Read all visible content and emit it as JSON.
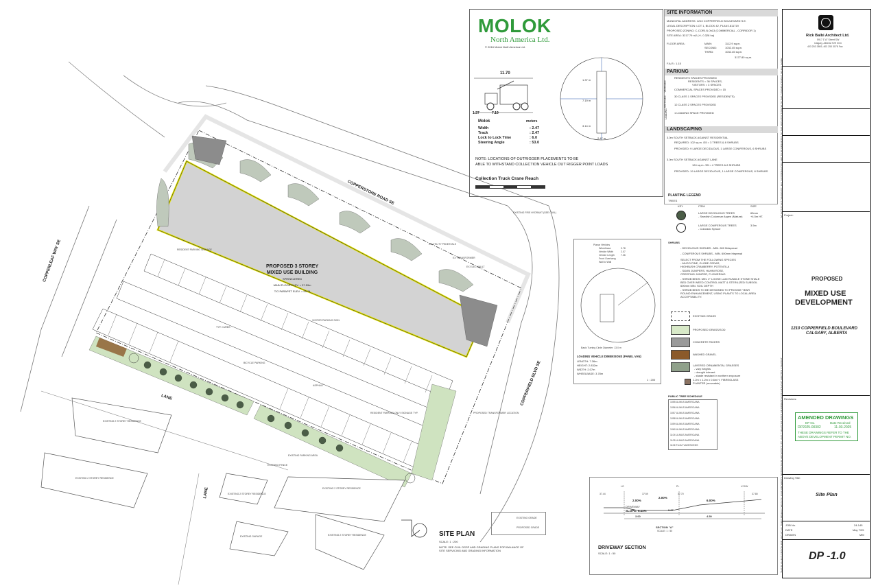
{
  "molok": {
    "brand": "MOLOK",
    "sub": "North America Ltd.",
    "copyright": "© 2016 Molok North America Ltd.",
    "dim_top": "11.70",
    "dim_left": "1.37",
    "dim_mid": "7.19",
    "spec_title": "Molok",
    "spec_unit": "meters",
    "specs": [
      {
        "label": "Width",
        "value": ": 2.47"
      },
      {
        "label": "Track",
        "value": ": 2.47"
      },
      {
        "label": "Lock to Lock Time",
        "value": ": 6.0"
      },
      {
        "label": "Steering Angle",
        "value": ": 53.0"
      }
    ],
    "note1": "NOTE: LOCATIONS OF OUTRIGGER PLACEMENTS TO BE",
    "note2": "ABLE TO WITHSTAND COLLECTION VEHICLE OUT RIGGER POINT LOADS",
    "reach_title": "Collection Truck Crane Reach",
    "circle_dims": [
      "1.37 m",
      "7.19 m",
      "3.14 m",
      "2.47 m"
    ]
  },
  "site_info": {
    "title": "SITE INFORMATION",
    "lines": [
      "MUNICIPAL ADDRESS:  1210 COPPERFIELD BOULEVARD S.E.",
      "LEGAL DESCRIPTION:  LOT 1, BLOCK 42, PLAN 1811719",
      "PROPOSED ZONING:  C-COR1f1.0h13 (COMMERCIAL - CORRIDOR 1)",
      "SITE AREA:  3217.79 m2 (+/- 0.328 ha)"
    ],
    "floor_area_label": "FLOOR AREA:",
    "floors": [
      {
        "name": "MAIN:",
        "value": "1112.9 sq.m."
      },
      {
        "name": "SECOND:",
        "value": "1032.45 sq.m."
      },
      {
        "name": "THIRD:",
        "value": "1032.45 sq.m."
      }
    ],
    "floor_total": "3177.80 sq.m.",
    "far": "F.A.R.: 1.15"
  },
  "parking": {
    "title": "PARKING",
    "vehicles_label": "VEHICLES",
    "vehicles": [
      "RESIDENTS SPACES PROVIDED",
      "RESIDENTS = 36 SPACES,",
      "VISITORS = 3 SPACES",
      "COMMERCIAL SPACES PROVIDED = 15"
    ],
    "bicycles_label": "BICYCLES",
    "bicycles": [
      "30 CLASS 1 SPACES PROVIDED (RESIDENTS)",
      "12 CLASS 2 SPACES PROVIDED"
    ],
    "loading_label": "LOADING",
    "loading": "1 LOADING SPACE PROVIDED"
  },
  "landscaping": {
    "title": "LANDSCAPING",
    "lines": [
      "3.0m SOUTH SETBACK AGAINST RESIDENTIAL",
      "REQUIRED:  102 sq.m. /35 = 3 TREES & 8 SHRUBS",
      "PROVIDED:  9 LARGE DECIDUOUS, 1 LARGE CONIFEROUS, 6 SHRUBS",
      "3.0m SOUTH SETBACK AGAINST LANE",
      "124 sq.m. /35 = 4 TREES & 8 SHRUBS",
      "PROVIDED:  19 LARGE DECIDUOUS, 1 LARGE CONIFEROUS, 8 SHRUBS"
    ]
  },
  "planting_legend": {
    "title": "PLANTING LEGEND",
    "trees_label": "TREES",
    "cols": [
      "KEY",
      "ITEM",
      "SIZE"
    ],
    "trees": [
      {
        "item": "LARGE DECIDUOUS TREES",
        "sub": "- Swedish Columnar Aspen (Mature)",
        "size": "65mm"
      },
      {
        "item": "LARGE CONIFEROUS TREES",
        "sub": "- Colorado Spruce",
        "size": "3.5m"
      }
    ],
    "tree_size_extra": "+4.5m HT.",
    "shrubs_label": "SHRUBS",
    "shrubs": [
      "- DECIDUOUS SHRUBS - MIN. 600 Mdspread",
      "- CONIFEROUS SHRUBS - MIN. 600mm htspread",
      "SELECT FROM THE FOLLOWING SPECIES",
      "- MUGO PINE, GLOBE CEDAR,",
      "HIGHBUSH CRANBERRY, POTENTILA",
      "- SAVIN JUNIPERS, HAHNI ROSE,",
      "CREEPING JUNIPER, FLOWERING",
      "- SHRUB BEDS: MIN. 2\" LOOSE LAID RUNDLE STONE SHALE",
      "BED OVER WEED CONTROL MATT & STERILIZED SUBSOIL",
      "600mm MIN. SOIL DEPTH",
      "- SHRUB BEDS TO BE DESIGNED TO PROVIDE YEAR",
      "ROUND ENHANCEMENT, USING PLANTS TO LOCAL AREA",
      "ACCEPTABILITY."
    ],
    "materials": [
      {
        "label": "EXISTING GRASS",
        "color": "#ffffff"
      },
      {
        "label": "PROPOSED GRASS/SOD",
        "color": "#d8e9c8"
      },
      {
        "label": "CONCRETE PAVERS",
        "color": "#9a9a9a"
      },
      {
        "label": "WASHED GRAVEL",
        "color": "#8b5a2b"
      },
      {
        "label": "LAYERED ORNAMENTAL GRASSES",
        "color": "#8fa08a"
      }
    ],
    "grass_notes": [
      "- vary heights",
      "- drought tolerant",
      "- shade resistant in northern exposure"
    ],
    "planter": "1.2m x 1.2m x 0.6m H. FIBREGLASS",
    "planter2": "PLANTER (moveable)",
    "public_tree_title": "PUBLIC TREE SCHEDULE",
    "public_trees": [
      "1055  ULMUS AMERICANA",
      "1056  ULMUS AMERICANA",
      "1057  ULMUS AMERICANA",
      "1058  ULMUS AMERICANA",
      "1059  ULMUS AMERICANA",
      "1060  ULMUS AMERICANA",
      "1104  ULMUS AMERICANA",
      "1105  ULMUS AMERICANA",
      "1106  TILIA FLAVESCENS"
    ]
  },
  "firm": {
    "name": "Rick Balbi Architect Ltd.",
    "address1": "5917 1\"A\" Street SW",
    "address2": "Calgary, Alberta  T2H 0G4",
    "phone": "403 253 3893, 403 253 3078 Fax"
  },
  "title_block": {
    "project_label": "Project:",
    "proposed": "PROPOSED",
    "project_name_1": "MIXED USE",
    "project_name_2": "DEVELOPMENT",
    "address_1": "1210 COPPERFIELD BOULEVARD",
    "address_2": "CALGARY, ALBERTA",
    "revisions_label": "Revisions:",
    "stamp_title": "AMENDED DRAWINGS",
    "stamp_col1": "DP No.",
    "stamp_col2": "Date Received",
    "stamp_dp": "DP2025-00302",
    "stamp_date": "11-03-2025",
    "stamp_note1": "THESE DRAWINGS REFER TO THE",
    "stamp_note2": "ABOVE DEVELOPMENT PERMIT NO.",
    "drawing_title_label": "Drawing Title:",
    "drawing_title": "Site Plan",
    "job_label": "JOB No.",
    "job": "24-145",
    "date_label": "DATE",
    "date": "May 7/25",
    "drawn_label": "DRAWN",
    "drawn": "MM",
    "sheet": "DP -1.0",
    "side_note": "DO NOT SCALE DRAWINGS. ANY DISCREPANCIES ARE TO BE REPORTED TO THE ARCHITECT PRIOR TO THE COMMENCEMENT OF ANY WORK.",
    "side_note2": "THIS PLAN AND DESIGN ARE, AND AT ALL TIMES REMAIN THE EXCLUSIVE PROPERTY OF RICK BALBI ARCHITECT LTD. AND CANNOT BE USED OR REPRODUCED WITHOUT WRITTEN CONSENT."
  },
  "site_plan": {
    "building_1": "PROPOSED 3 STOREY",
    "building_2": "MIXED USE BUILDING",
    "building_3": "SPRINKLERED",
    "building_4": "MAIN FLOOR ELEV. = 37.59m",
    "building_5": "T/O PARAPET ELEV. = 59.74",
    "road_top": "COPPERSTONE ROAD SE",
    "road_left": "COPPERLEAF WAY SE",
    "road_right": "COPPERFIELD BLVD SE",
    "lane_1": "LANE",
    "lane_2": "LANE",
    "residences": [
      "EXISTING 2 STOREY RESIDENCE",
      "EXISTING 2 STOREY RESIDENCE",
      "EXISTING 2 STOREY RESIDENCE",
      "EXISTING 2 STOREY RESIDENCE",
      "EXISTING 2 STOREY RESIDENCE"
    ],
    "garage": "EXISTING GARAGE",
    "title": "SITE PLAN",
    "scale": "SCALE: 1 : 200",
    "note1": "NOTE: SEE CIVIL DSSP AND GRADING PLANS FOR BALANCE OF",
    "note2": "SITE SERVICING AND GRADING INFORMATION",
    "grade_existing": "EXISTING GRADE",
    "grade_proposed": "PROPOSED GRADE",
    "labels": [
      "EXISTING FIRE HYDRANT (SEE CIVIL)",
      "EX UTILITY PEDESTALS",
      "EX TRANSFORMER",
      "EX ELEC VAULT",
      "RESIDENT PARKING SIGNAGE",
      "VISITOR PARKING SIGN",
      "TYP. CURBS",
      "BICYCLE PARKING",
      "ASPHALT",
      "PROPOSED TRANSFORMER LOCATION",
      "EXISTING PARKING AREA",
      "RESIDENT PARKING ONLY SIGNAGE TYP.",
      "EXISTING FENCE"
    ]
  },
  "turning": {
    "table": [
      {
        "k": "Planar Vehicles",
        "v": ""
      },
      {
        "k": "Wheelbase",
        "v": "3.78"
      },
      {
        "k": "Vehicle Width",
        "v": "2.07"
      },
      {
        "k": "Vehicle Length",
        "v": "7.36"
      },
      {
        "k": "Front Overhang",
        "v": ""
      },
      {
        "k": "Wall to Wall",
        "v": ""
      }
    ],
    "caption": "Basic Turning Circle Diameter: 13.0 m",
    "loading_title": "LOADING VEHICLE DIMENSIONS (PANEL VAN)",
    "dims": [
      "LENGTH: 7.36m",
      "HEIGHT: 2.832m",
      "WIDTH: 2.07m",
      "WHEELBASE: 3.78m"
    ],
    "scale": "1 : 200"
  },
  "driveway": {
    "title": "DRIVEWAY SECTION",
    "scale": "SCALE: 1 : 50",
    "section": "SECTION \"A\"",
    "section_scale": "SCALE: 1 : 50",
    "driveway_label": "DRIVEWAY",
    "slope": "SLOPE: 6.11%",
    "dims": [
      "3.00",
      "0.97",
      "4.50"
    ],
    "grades": [
      "2.00%",
      "2.00%",
      "6.00%"
    ],
    "marks": [
      "LG",
      "PL",
      "U R/W"
    ],
    "elev": [
      "37.44",
      "37.59",
      "37.70",
      "37.80"
    ]
  }
}
